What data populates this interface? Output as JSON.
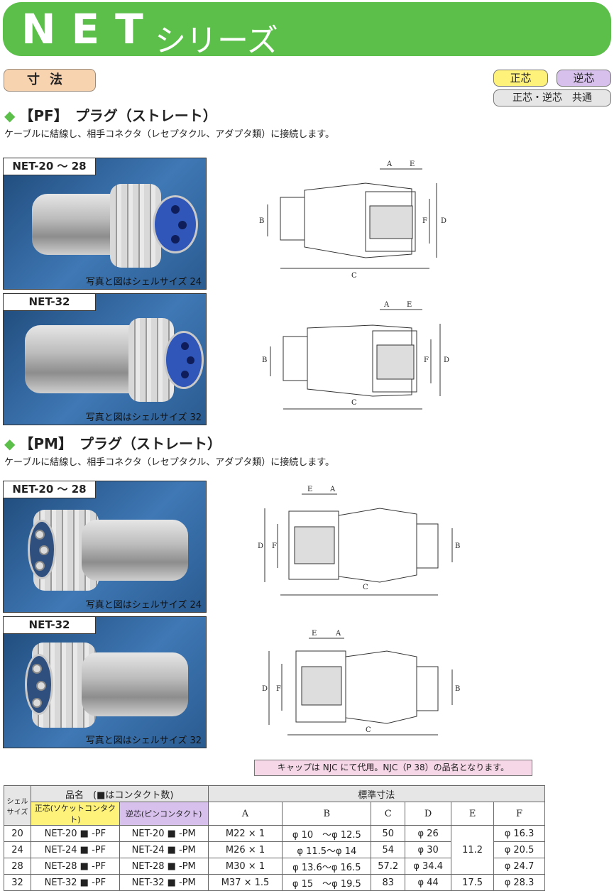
{
  "banner": {
    "title_latin": "NET",
    "title_kana": "シリーズ"
  },
  "dimension_tag": "寸法",
  "legend": {
    "seishin": "正芯",
    "gyakushin": "逆芯",
    "both": "正芯・逆芯　共通"
  },
  "pf": {
    "heading": "【PF】　プラグ（ストレート）",
    "description": "ケーブルに結線し、相手コネクタ（レセプタクル、アダプタ類）に接続します。",
    "photos": [
      {
        "label": "NET-20 ～ 28",
        "caption": "写真と図はシェルサイズ 24"
      },
      {
        "label": "NET-32",
        "caption": "写真と図はシェルサイズ 32"
      }
    ]
  },
  "pm": {
    "heading": "【PM】　プラグ（ストレート）",
    "description": "ケーブルに結線し、相手コネクタ（レセプタクル、アダプタ類）に接続します。",
    "photos": [
      {
        "label": "NET-20 ～ 28",
        "caption": "写真と図はシェルサイズ 24"
      },
      {
        "label": "NET-32",
        "caption": "写真と図はシェルサイズ 32"
      }
    ]
  },
  "drawing_labels": {
    "a": "A",
    "b": "B",
    "c": "C",
    "d": "D",
    "e": "E",
    "f": "F"
  },
  "note": "キャップは NJC にて代用。NJC（P 38）の品名となります。",
  "table": {
    "shell_header": "シェルサイズ",
    "name_header": "品名　(■はコンタクト数)",
    "std_header": "標準寸法",
    "seishin_header": "正芯(ソケットコンタクト)",
    "gyakushin_header": "逆芯(ピンコンタクト)",
    "dim_headers": [
      "A",
      "B",
      "C",
      "D",
      "E",
      "F"
    ],
    "e_shared": "11.2",
    "rows": [
      {
        "shell": "20",
        "pf": "NET-20 ■ -PF",
        "pm": "NET-20 ■ -PM",
        "a": "M22 × 1",
        "b": "φ 10　～φ 12.5",
        "c": "50",
        "d": "φ 26",
        "f": "φ 16.3"
      },
      {
        "shell": "24",
        "pf": "NET-24 ■ -PF",
        "pm": "NET-24 ■ -PM",
        "a": "M26 × 1",
        "b": "φ 11.5～φ 14",
        "c": "54",
        "d": "φ 30",
        "f": "φ 20.5"
      },
      {
        "shell": "28",
        "pf": "NET-28 ■ -PF",
        "pm": "NET-28 ■ -PM",
        "a": "M30 × 1",
        "b": "φ 13.6～φ 16.5",
        "c": "57.2",
        "d": "φ 34.4",
        "f": "φ 24.7"
      },
      {
        "shell": "32",
        "pf": "NET-32 ■ -PF",
        "pm": "NET-32 ■ -PM",
        "a": "M37 × 1.5",
        "b": "φ 15　～φ 19.5",
        "c": "83",
        "d": "φ 44",
        "e": "17.5",
        "f": "φ 28.3"
      }
    ]
  }
}
